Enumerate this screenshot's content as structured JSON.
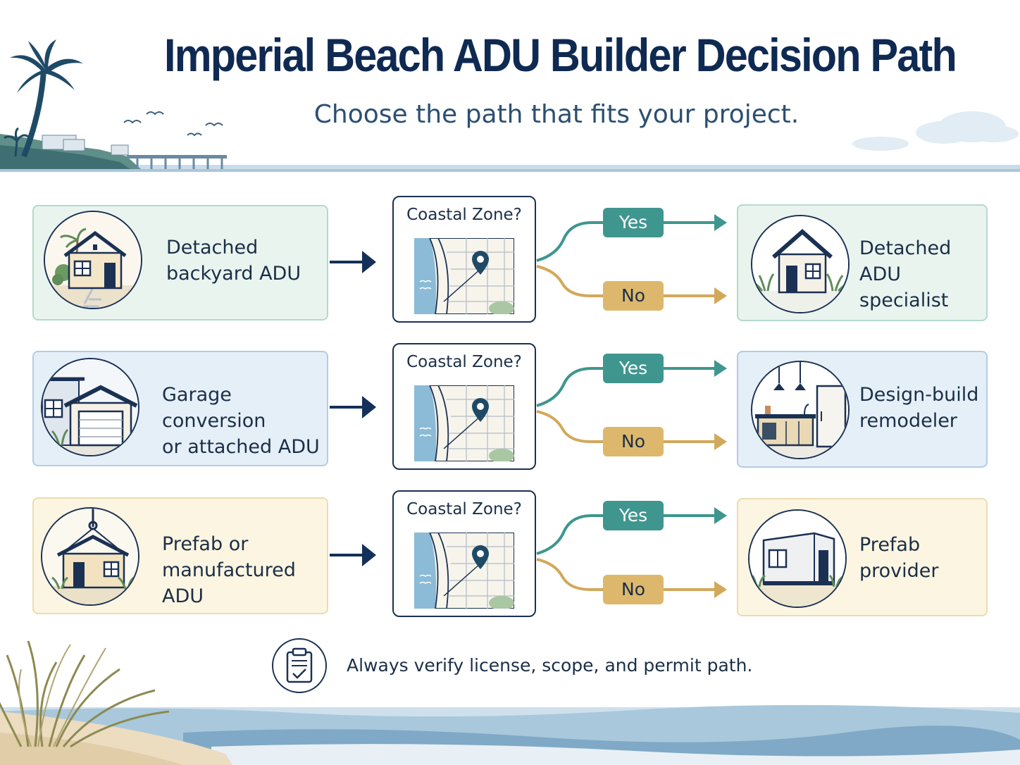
{
  "header": {
    "title": "Imperial Beach ADU Builder Decision Path",
    "subtitle": "Choose the path that fits your project."
  },
  "rows": [
    {
      "project": "Detached\nbackyard ADU",
      "question": "Coastal Zone?",
      "yes_label": "Yes",
      "no_label": "No",
      "result": "Detached\nADU specialist",
      "theme": "green"
    },
    {
      "project": "Garage conversion\nor attached ADU",
      "question": "Coastal Zone?",
      "yes_label": "Yes",
      "no_label": "No",
      "result": "Design-build\nremodeler",
      "theme": "blue"
    },
    {
      "project": "Prefab or\nmanufactured ADU",
      "question": "Coastal Zone?",
      "yes_label": "Yes",
      "no_label": "No",
      "result": "Prefab\nprovider",
      "theme": "tan"
    }
  ],
  "footer": {
    "note": "Always verify license, scope, and permit path."
  },
  "colors": {
    "title": "#0f2a52",
    "yes": "#3f968e",
    "no": "#ddb86c",
    "green_card": "#e9f4ef",
    "blue_card": "#e5eff8",
    "tan_card": "#fcf5e1"
  },
  "icons": [
    "palm-tree-icon",
    "house-icon",
    "garage-icon",
    "crane-hook-icon",
    "map-pin-icon",
    "kitchen-icon",
    "modular-building-icon",
    "clipboard-check-icon"
  ]
}
